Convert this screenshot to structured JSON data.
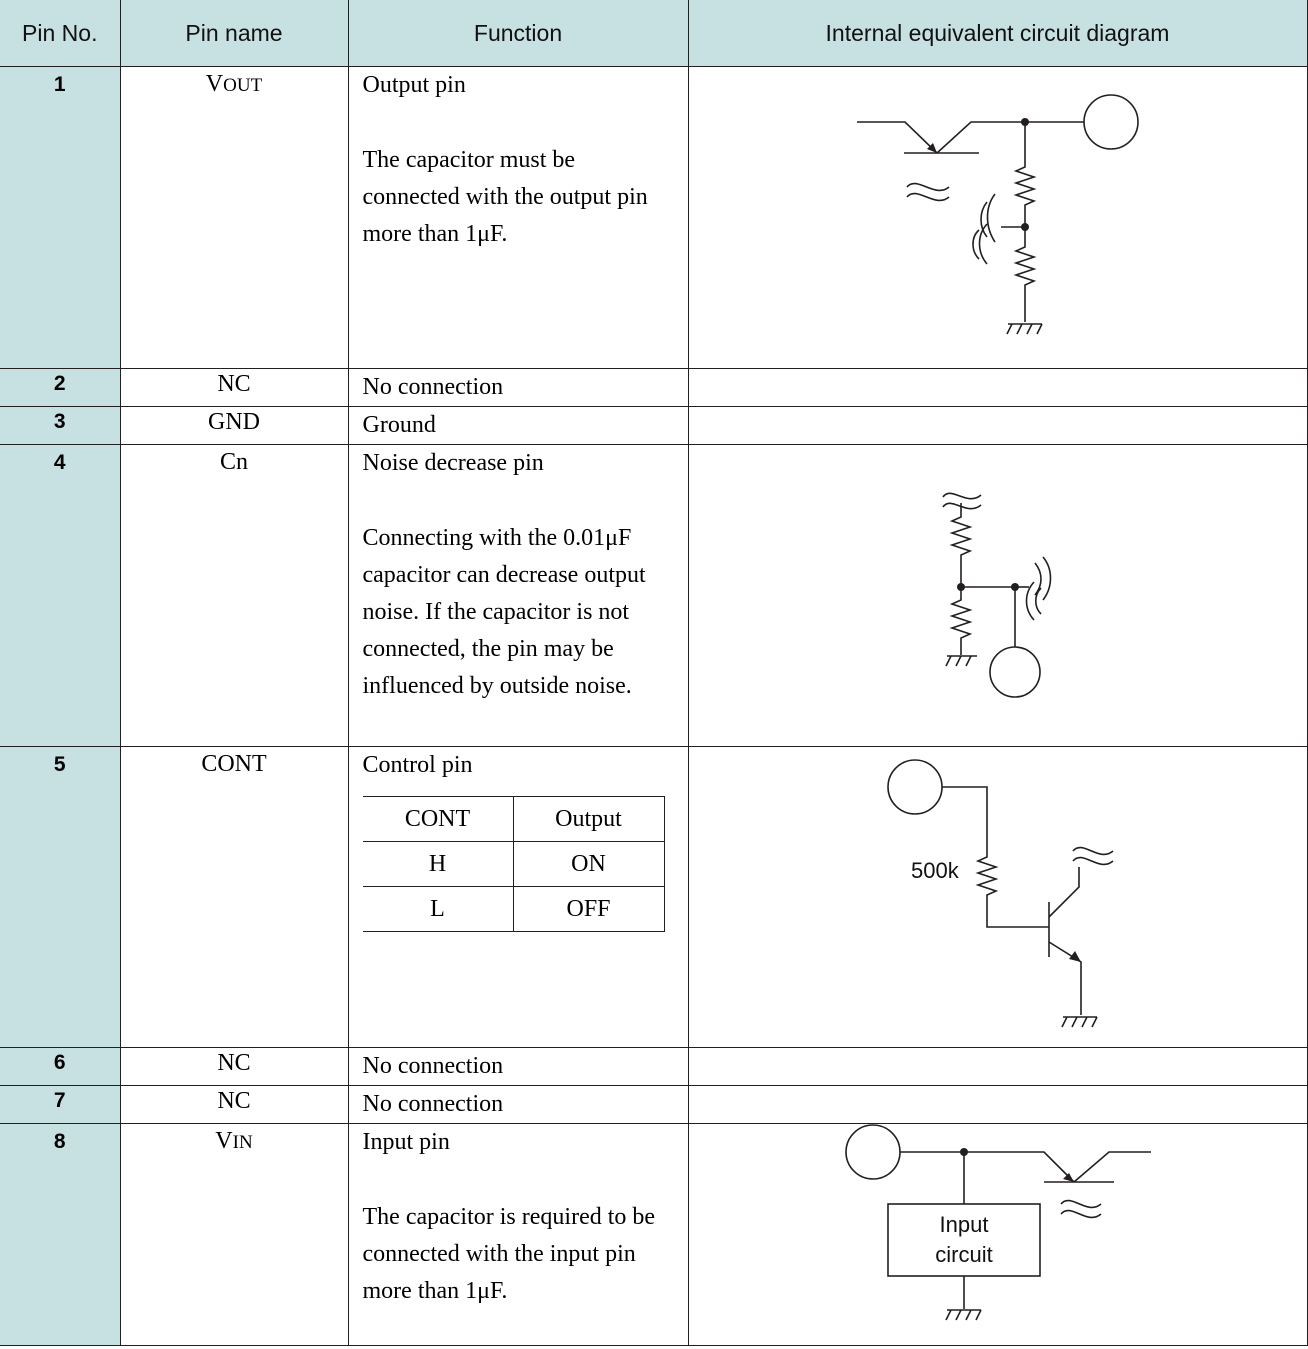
{
  "header": {
    "pin_no": "Pin No.",
    "pin_name": "Pin name",
    "function": "Function",
    "circuit": "Internal equivalent circuit diagram"
  },
  "rows": [
    {
      "no": "1",
      "name_main": "V",
      "name_sub": "OUT",
      "func_title": "Output pin",
      "func_desc": "The capacitor must be connected with the output pin more than 1μF."
    },
    {
      "no": "2",
      "name": "NC",
      "func_title": "No connection"
    },
    {
      "no": "3",
      "name": "GND",
      "func_title": "Ground"
    },
    {
      "no": "4",
      "name": "Cn",
      "func_title": "Noise decrease pin",
      "func_desc": "Connecting with the 0.01μF capacitor can decrease output noise. If the capacitor is not connected, the pin may be influenced by outside noise."
    },
    {
      "no": "5",
      "name": "CONT",
      "func_title": "Control pin",
      "cont_table": {
        "headers": [
          "CONT",
          "Output"
        ],
        "rows": [
          [
            "H",
            "ON"
          ],
          [
            "L",
            "OFF"
          ]
        ]
      },
      "resistor_label": "500k"
    },
    {
      "no": "6",
      "name": "NC",
      "func_title": "No connection"
    },
    {
      "no": "7",
      "name": "NC",
      "func_title": "No connection"
    },
    {
      "no": "8",
      "name_main": "V",
      "name_sub": "IN",
      "func_title": "Input pin",
      "func_desc": "The capacitor is required to be connected with the input pin more than 1μF.",
      "block_label_1": "Input",
      "block_label_2": "circuit"
    }
  ],
  "colors": {
    "header_bg": "#c7e0e2",
    "line": "#231f20"
  }
}
